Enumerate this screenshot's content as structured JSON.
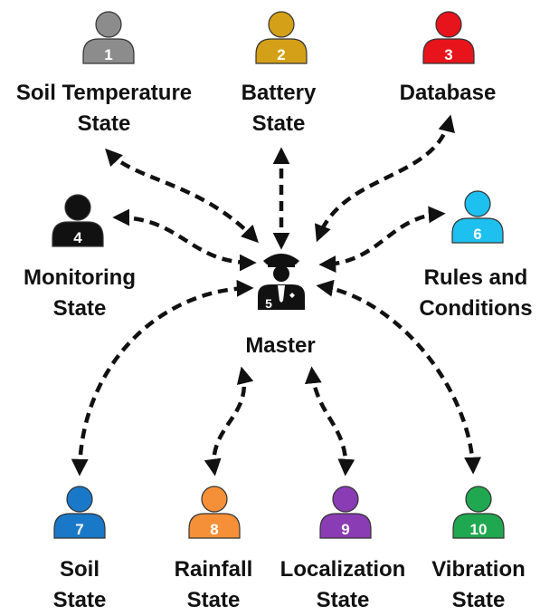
{
  "master": {
    "label": "Master",
    "number": "5"
  },
  "agents": [
    {
      "id": "a1",
      "number": "1",
      "line1": "Soil Temperature",
      "line2": "State",
      "color": "#8c8c8c"
    },
    {
      "id": "a2",
      "number": "2",
      "line1": "Battery",
      "line2": "State",
      "color": "#d4a017"
    },
    {
      "id": "a3",
      "number": "3",
      "line1": "Database",
      "line2": "",
      "color": "#e8141b"
    },
    {
      "id": "a4",
      "number": "4",
      "line1": "Monitoring",
      "line2": "State",
      "color": "#111111"
    },
    {
      "id": "a6",
      "number": "6",
      "line1": "Rules and",
      "line2": "Conditions",
      "color": "#1ec0f0"
    },
    {
      "id": "a7",
      "number": "7",
      "line1": "Soil",
      "line2": "State",
      "color": "#1a78c8"
    },
    {
      "id": "a8",
      "number": "8",
      "line1": "Rainfall",
      "line2": "State",
      "color": "#f59038"
    },
    {
      "id": "a9",
      "number": "9",
      "line1": "Localization",
      "line2": "State",
      "color": "#8a3cb4"
    },
    {
      "id": "a10",
      "number": "10",
      "line1": "Vibration",
      "line2": "State",
      "color": "#20a850"
    }
  ]
}
